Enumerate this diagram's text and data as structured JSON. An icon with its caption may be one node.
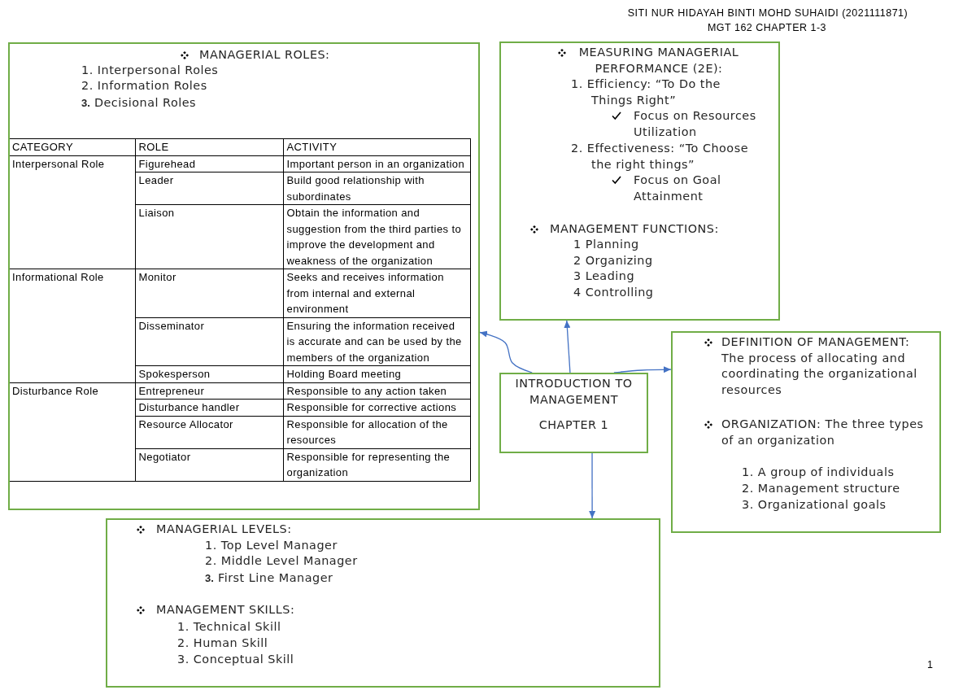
{
  "diagram": {
    "nodes": [
      {
        "text": [
          "MANAGERIAL ROLES:",
          "1. Interpersonal Roles",
          "2. Information Roles",
          "**3.** Decisional Roles"
        ]
      },
      {
        "text": [
          "MEASURING MANAGERIAL PERFORMANCE (2E):",
          "1. Efficiency: “To Do the Things Right”",
          "Focus on Resources Utilization",
          "2. Effectiveness: “To Choose the right things”",
          "Focus on Goal Attainment",
          "MANAGEMENT FUNCTIONS:",
          "1 Planning",
          "2 Organizing",
          "3 Leading",
          "4 Controlling"
        ]
      },
      {
        "text": [
          "INTRODUCTION TO MANAGEMENT",
          "CHAPTER 1"
        ]
      },
      {
        "text": [
          "DEFINITION OF MANAGEMENT: The process of allocating and coordinating the organizational resources",
          "ORGANIZATION: The three types of an organization",
          "1. A group of individuals",
          "2. Management structure",
          "3. Organizational goals"
        ]
      },
      {
        "text": [
          "MANAGERIAL LEVELS:",
          "1. Top Level Manager",
          "2. Middle Level Manager",
          "**3.** First Line Manager",
          "MANAGEMENT SKILLS:",
          "1. Technical Skill",
          "2. Human Skill",
          "3. Conceptual Skill"
        ]
      }
    ],
    "edges": [
      {
        "from": 2,
        "to": 0,
        "arrow": "to"
      },
      {
        "from": 2,
        "to": 1,
        "arrow": "to"
      },
      {
        "from": 2,
        "to": 3,
        "arrow": "to"
      },
      {
        "from": 2,
        "to": 4,
        "arrow": "to"
      }
    ],
    "labels": [
      "SITI NUR HIDAYAH BINTI MOHD SUHAIDI (2021111871)",
      "MGT 162 CHAPTER 1-3",
      "CATEGORY",
      "ROLE",
      "ACTIVITY",
      "Interpersonal Role",
      "Figurehead",
      "Important person in an organization",
      "Leader",
      "Build good relationship with subordinates",
      "Liaison",
      "Obtain the information and suggestion from the third parties to improve the development and weakness of the organization",
      "Informational Role",
      "Monitor",
      "Seeks and receives information from internal and external environment",
      "Disseminator",
      "Ensuring the information received is accurate and can be used by the members of the organization",
      "Spokesperson",
      "Holding Board meeting",
      "Disturbance Role",
      "Entrepreneur",
      "Responsible to any action taken",
      "Disturbance handler",
      "Responsible for corrective actions",
      "Resource Allocator",
      "Responsible for allocation of the resources",
      "Negotiator",
      "Responsible for representing the organization",
      "1"
    ]
  }
}
